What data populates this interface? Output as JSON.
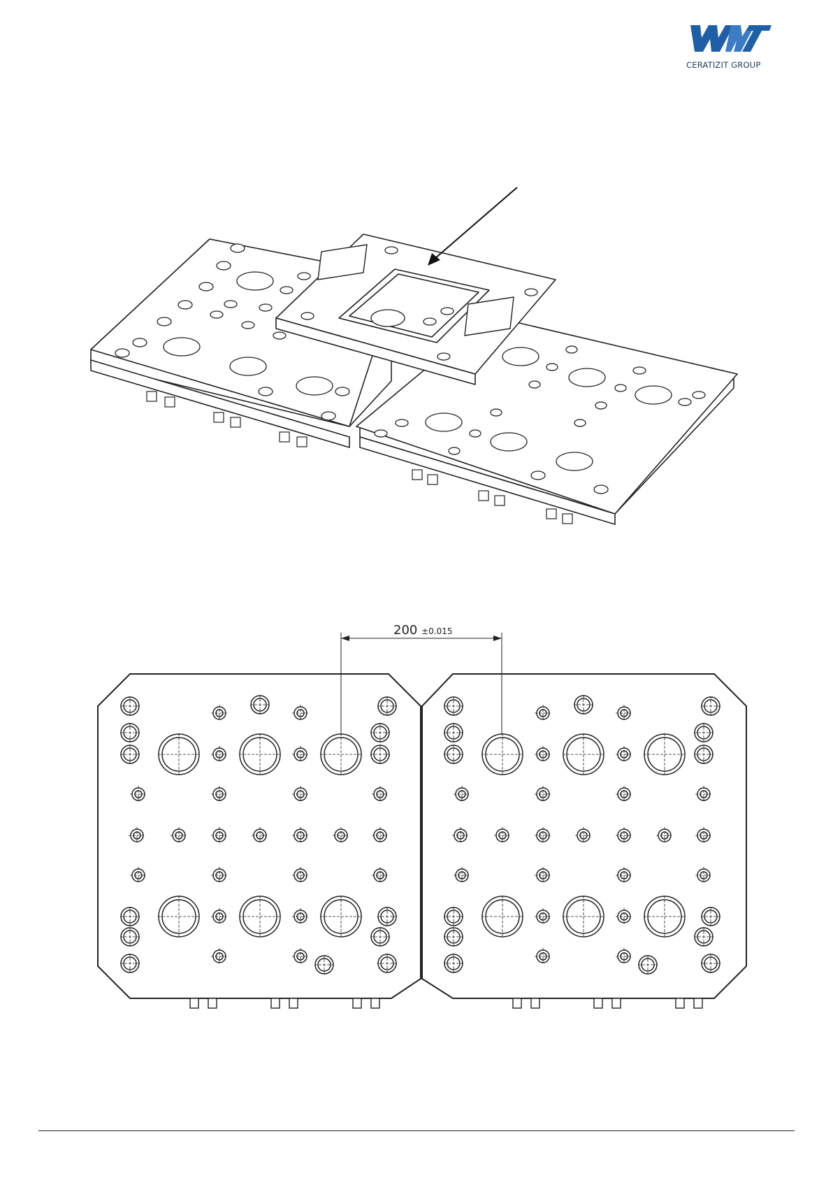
{
  "logo": {
    "brand_alt": "WNT",
    "caption": "CERATIZIT GROUP"
  },
  "drawing": {
    "dimension_value": "200",
    "dimension_tolerance": "±0.015"
  }
}
